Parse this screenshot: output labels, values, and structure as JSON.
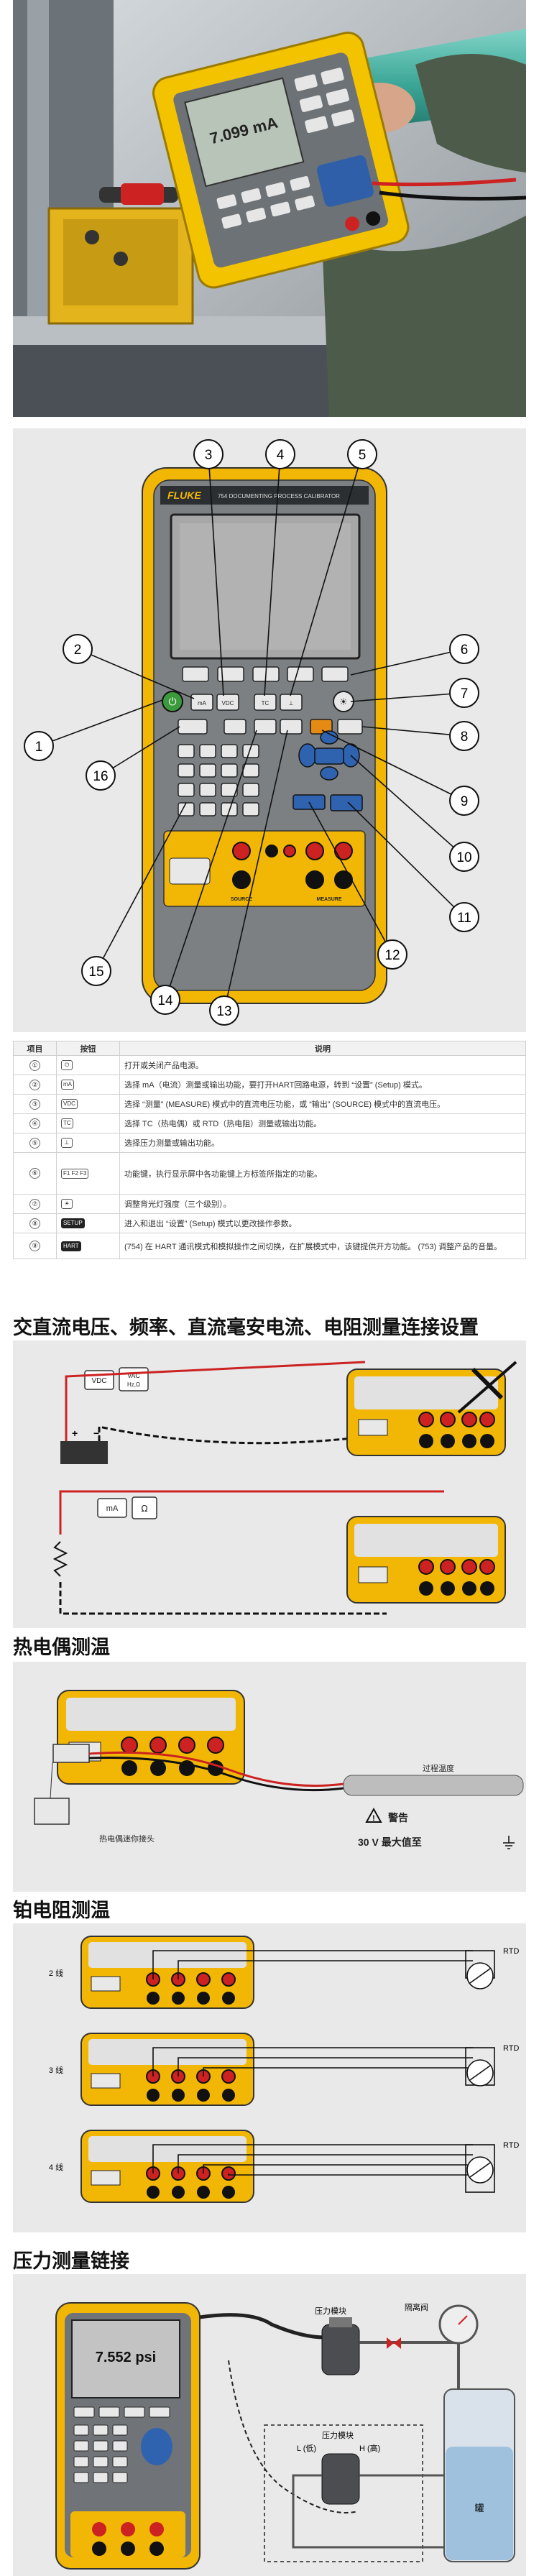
{
  "callouts": [
    "1",
    "2",
    "3",
    "4",
    "5",
    "6",
    "7",
    "8",
    "9",
    "10",
    "11",
    "12",
    "13",
    "14",
    "15",
    "16"
  ],
  "diagram_brand": "FLUKE",
  "diagram_model": "754 DOCUMENTING PROCESS CALIBRATOR",
  "photo_display": "7.099 mA",
  "table": {
    "headers": [
      "项目",
      "按钮",
      "说明"
    ],
    "rows": [
      {
        "no": "①",
        "key": "⏻",
        "desc": "打开或关闭产品电源。"
      },
      {
        "no": "②",
        "key": "mA",
        "desc": "选择 mA（电流）测量或输出功能，要打开HART回路电源，转到 “设置” (Setup) 模式。"
      },
      {
        "no": "③",
        "key": "VDC",
        "desc": "选择 “测量” (MEASURE) 模式中的直流电压功能，或 “输出” (SOURCE) 模式中的直流电压。"
      },
      {
        "no": "④",
        "key": "TC",
        "desc": "选择 TC（热电偶）或 RTD（热电阻）测量或输出功能。"
      },
      {
        "no": "⑤",
        "key": "⊥",
        "desc": "选择压力测量或输出功能。"
      },
      {
        "no": "⑥",
        "key": "F1 F2 F3",
        "desc": "功能键，执行显示屏中各功能键上方标签所指定的功能。"
      },
      {
        "no": "⑦",
        "key": "☀",
        "desc": "调整背光灯强度（三个级别）。"
      },
      {
        "no": "⑧",
        "key": "SETUP",
        "desc": "进入和退出 “设置” (Setup) 模式以更改操作参数。"
      },
      {
        "no": "⑨",
        "key": "HART",
        "desc": "(754) 在 HART 通讯模式和模拟操作之间切换，在扩展模式中，该键提供开方功能。 (753) 调整产品的音量。",
        "model": "(754)"
      }
    ]
  },
  "sections": {
    "connect": "交直流电压、频率、直流毫安电流、电阻测量连接设置",
    "tc": "热电偶测温",
    "rtd": "铂电阻测温",
    "pressure": "压力测量链接"
  },
  "keys": {
    "vdc": "VDC",
    "vac": "VAC Hz,Ω",
    "ma": "mA",
    "ohm": "Ω"
  },
  "tc_labels": {
    "process": "过程温度",
    "warning": "警告",
    "voltage": "30 V 最大值至",
    "connector": "热电偶迷你接头"
  },
  "rtd_labels": {
    "w2": "2 线",
    "w3": "3 线",
    "w4": "4 线",
    "rtd": "RTD"
  },
  "pressure_labels": {
    "display": "7.552 psi",
    "module1": "压力模块",
    "module2": "压力模块",
    "valve": "隔离阀",
    "low": "L (低)",
    "high": "H (高)",
    "tank": "罐"
  }
}
